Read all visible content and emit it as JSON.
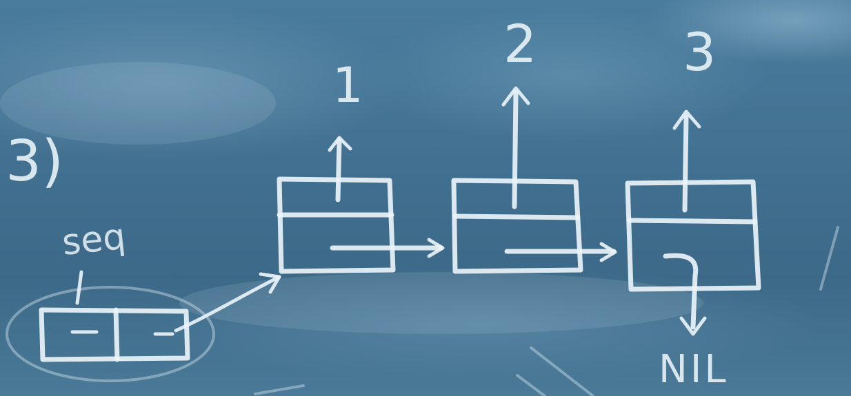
{
  "diagram": {
    "item_label": "3)",
    "pointer_name": "seq",
    "cells": [
      {
        "value": "1"
      },
      {
        "value": "2"
      },
      {
        "value": "3"
      }
    ],
    "terminator": "NIL",
    "colors": {
      "board": "#3f6f8f",
      "chalk": "#e9f3f8"
    }
  }
}
